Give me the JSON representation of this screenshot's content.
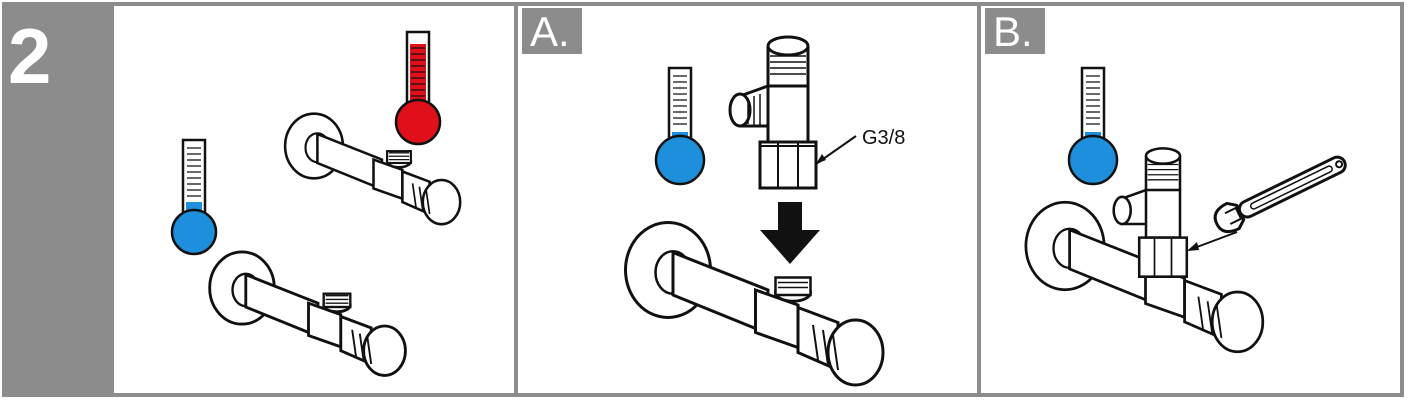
{
  "step": {
    "number": "2"
  },
  "panels": [
    {
      "tag": ""
    },
    {
      "tag": "A."
    },
    {
      "tag": "B."
    }
  ],
  "annotations": {
    "thread_size": "G3/8"
  },
  "colors": {
    "frame": "#8c8c8c",
    "hot": "#e0101a",
    "cold": "#1e8fdc",
    "line": "#111111"
  },
  "icons": [
    "thermometer-hot-icon",
    "thermometer-cold-icon",
    "angle-valve-icon",
    "tee-adapter-icon",
    "down-arrow-icon",
    "wrench-icon"
  ]
}
